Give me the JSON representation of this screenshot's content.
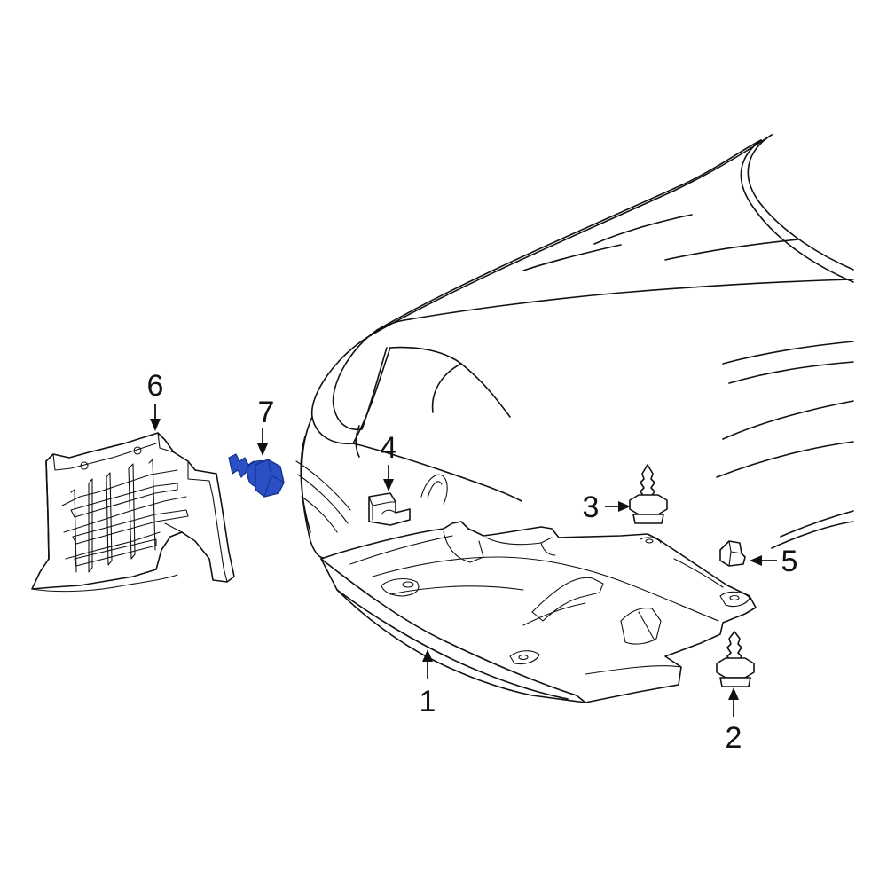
{
  "colors": {
    "line": "#111111",
    "background": "#ffffff",
    "highlight": "#2b4fc4",
    "highlight_dark": "#16308a"
  },
  "callouts": [
    {
      "id": "1",
      "label": "1"
    },
    {
      "id": "2",
      "label": "2"
    },
    {
      "id": "3",
      "label": "3"
    },
    {
      "id": "4",
      "label": "4"
    },
    {
      "id": "5",
      "label": "5"
    },
    {
      "id": "6",
      "label": "6"
    },
    {
      "id": "7",
      "label": "7",
      "highlighted": true
    }
  ]
}
